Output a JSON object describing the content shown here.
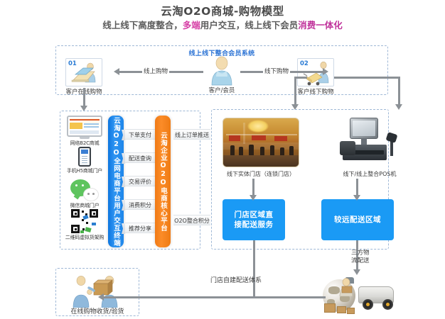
{
  "title": {
    "main": "云淘O2O商城-购物模型",
    "sub_part1": "线上线下高度整合，",
    "sub_hl1": "多端",
    "sub_part2": "用户交互，线上线下会员",
    "sub_hl2": "消费一体化"
  },
  "member_section": {
    "title": "线上线下整合会员系统",
    "node_online": {
      "num": "01",
      "label": "客户在线购物",
      "icon": "laptop-shopper-icon"
    },
    "node_center": {
      "label": "客户/会员",
      "icon": "person-icon"
    },
    "node_offline": {
      "num": "02",
      "label": "客户线下购物",
      "icon": "shopping-cart-person-icon"
    },
    "edge_online": "线上购物",
    "edge_offline": "线下购物"
  },
  "left_panel": {
    "terminals": [
      {
        "label": "网络B2C商城",
        "icon": "desktop-monitor-icon"
      },
      {
        "label": "手机H5商城门户",
        "icon": "mobile-phone-icon"
      },
      {
        "label": "微信商城门户",
        "icon": "wechat-icon"
      },
      {
        "label": "二维码虚拟货架购",
        "icon": "qr-code-icon"
      }
    ],
    "blue_bar": "云淘O2O全网电商平台用户交互终端"
  },
  "mid_panel": {
    "chips": [
      "下单支付",
      "配送查询",
      "交易评价",
      "消费积分",
      "推荐分享"
    ],
    "orange_bar": "云淘企业O2O电商核心平台"
  },
  "right_chips": {
    "top": "线上订单推送",
    "bottom": "O2O整合积分"
  },
  "right_panel": {
    "store": {
      "label": "线下实体门店（连锁门店）",
      "icon": "retail-store-photo"
    },
    "pos": {
      "label": "线下/线上整合POS机",
      "icon": "pos-terminal-icon"
    },
    "box_near": "门店区域直\n接配送服务",
    "box_near_line1": "门店区域直",
    "box_near_line2": "接配送服务",
    "box_far": "较远配送区域"
  },
  "bottom": {
    "receive": {
      "label": "在线购物收货/验货",
      "icon": "delivery-handover-icon"
    },
    "self_delivery": "门店自建配送体系",
    "third_party_line1": "三方物",
    "third_party_line2": "流配送",
    "logistics_icon": "globe-truck-parcels-icon"
  },
  "colors": {
    "blue_bar": "#1e86ea",
    "orange_bar": "#f58220",
    "blue_box": "#1a9af5",
    "accent_pink": "#d63fa6",
    "panel_border": "#9fb8d6",
    "arrow_gray": "#8c9196",
    "title_blue": "#2a72d4"
  }
}
